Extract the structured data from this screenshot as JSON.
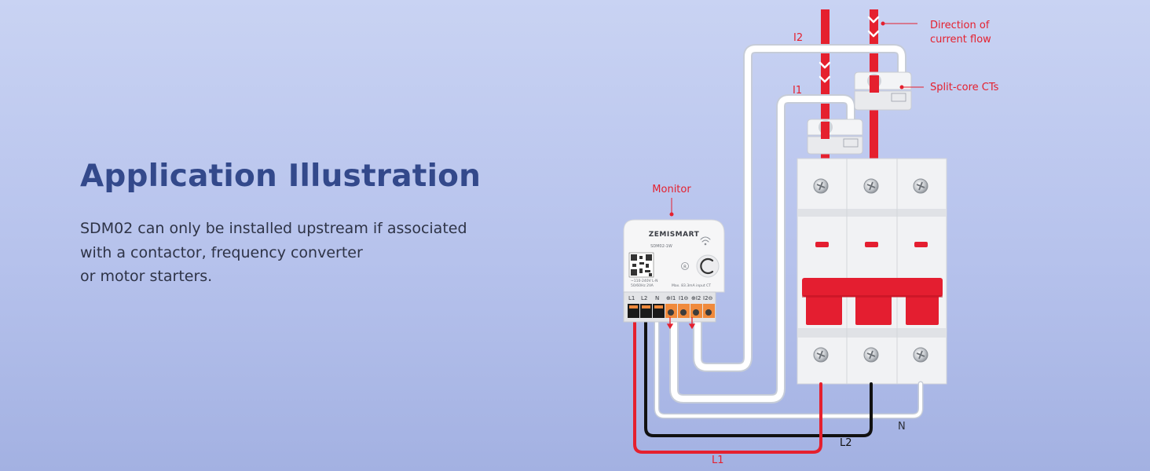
{
  "heading": "Application Illustration",
  "description": [
    "SDM02 can only be installed upstream if associated",
    "with a contactor, frequency converter",
    "or motor starters."
  ],
  "callouts": {
    "monitor": "Monitor",
    "direction_line1": "Direction of",
    "direction_line2": "current flow",
    "split_core": "Split-core CTs"
  },
  "wire_labels": {
    "i1": "I1",
    "i2": "I2",
    "l1": "L1",
    "l2": "L2",
    "n": "N"
  },
  "device": {
    "brand": "ZEMISMART",
    "model": "SDM02-1W",
    "spec_line1": "~110-240V L-N",
    "spec_line2": "50/60Hz 2VA",
    "spec_line3": "Max. 83.3mA input CT",
    "r_mark": "R",
    "terminal_labels": [
      "L1",
      "L2",
      "N",
      "⊕I1",
      "I1⊖",
      "⊕I2",
      "I2⊖"
    ]
  },
  "colors": {
    "accent_red": "#e5202e",
    "heading_blue": "#33498b",
    "breaker_red": "#e41e30"
  },
  "icons": [
    "screw-icon",
    "qr-code-icon",
    "wifi-icon",
    "current-direction-chevron-icon"
  ]
}
